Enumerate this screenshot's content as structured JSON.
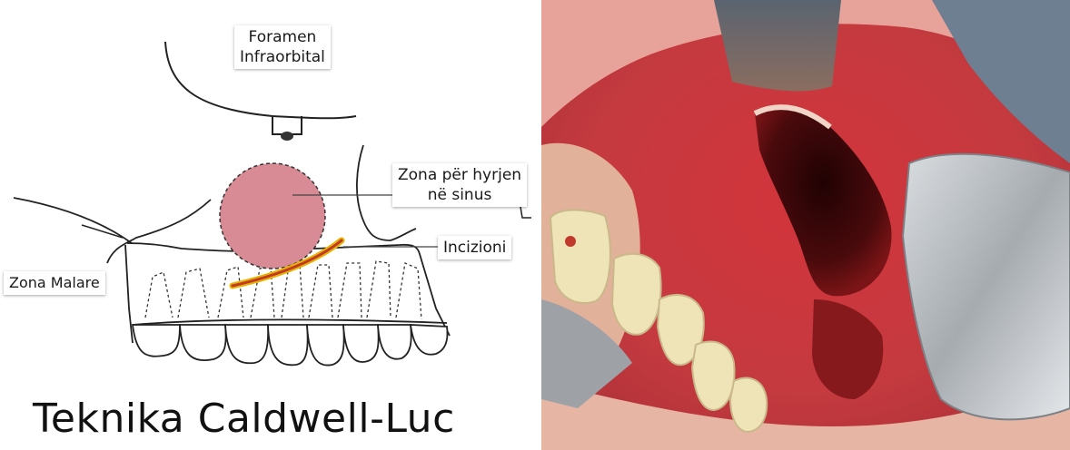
{
  "diagram": {
    "labels": {
      "foramen_line1": "Foramen",
      "foramen_line2": "Infraorbital",
      "zona_line1": "Zona për hyrjen",
      "zona_line2": "në sinus",
      "incizioni": "Incizioni",
      "zona_malare": "Zona Malare"
    },
    "title": "Teknika Caldwell-Luc",
    "colors": {
      "entry_zone": "#d98b95",
      "incision_outer": "#e6b400",
      "incision_inner": "#c0392b"
    }
  },
  "photo": {
    "colors": {
      "tissue": "#c8323a",
      "cavity": "#3a0608",
      "retractor": "#b8bcc0",
      "teeth": "#efe3b8"
    }
  }
}
